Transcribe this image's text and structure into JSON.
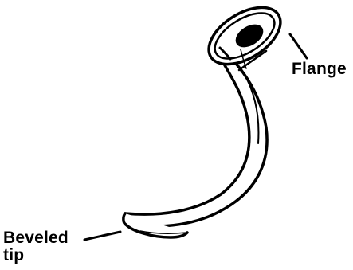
{
  "labels": {
    "flange": "Flange",
    "tip_line1": "Beveled",
    "tip_line2": "tip"
  },
  "colors": {
    "stroke": "#000000",
    "fill": "#ffffff",
    "background": "#ffffff"
  }
}
